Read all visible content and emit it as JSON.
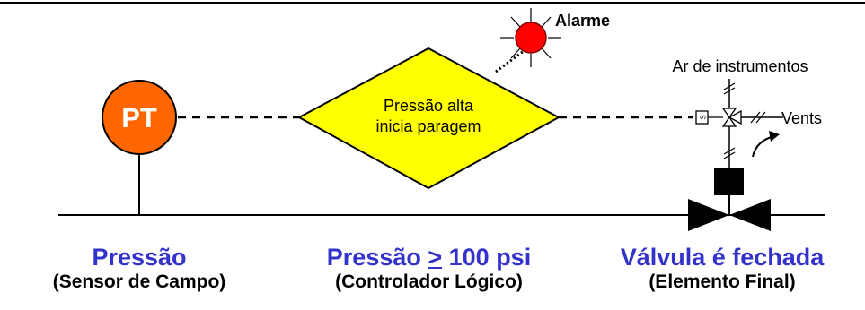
{
  "colors": {
    "accent_blue": "#3333cc",
    "sensor_fill": "#ff6600",
    "logic_fill": "#ffff00",
    "alarm_fill": "#ff0000",
    "line": "#000000"
  },
  "sensor": {
    "tag": "PT"
  },
  "logic": {
    "line1": "Pressão alta",
    "line2": "inicia paragem"
  },
  "alarm": {
    "label": "Alarme"
  },
  "valve": {
    "air_label": "Ar de instrumentos",
    "vents_label": "Vents",
    "solenoid_mark": "S"
  },
  "captions": [
    {
      "main": "Pressão",
      "sub": "(Sensor de Campo)"
    },
    {
      "main_prefix": "Pressão ",
      "main_symbol": ">",
      "main_suffix": " 100 psi",
      "sub": "(Controlador Lógico)"
    },
    {
      "main": "Válvula é fechada",
      "sub": "(Elemento Final)"
    }
  ]
}
